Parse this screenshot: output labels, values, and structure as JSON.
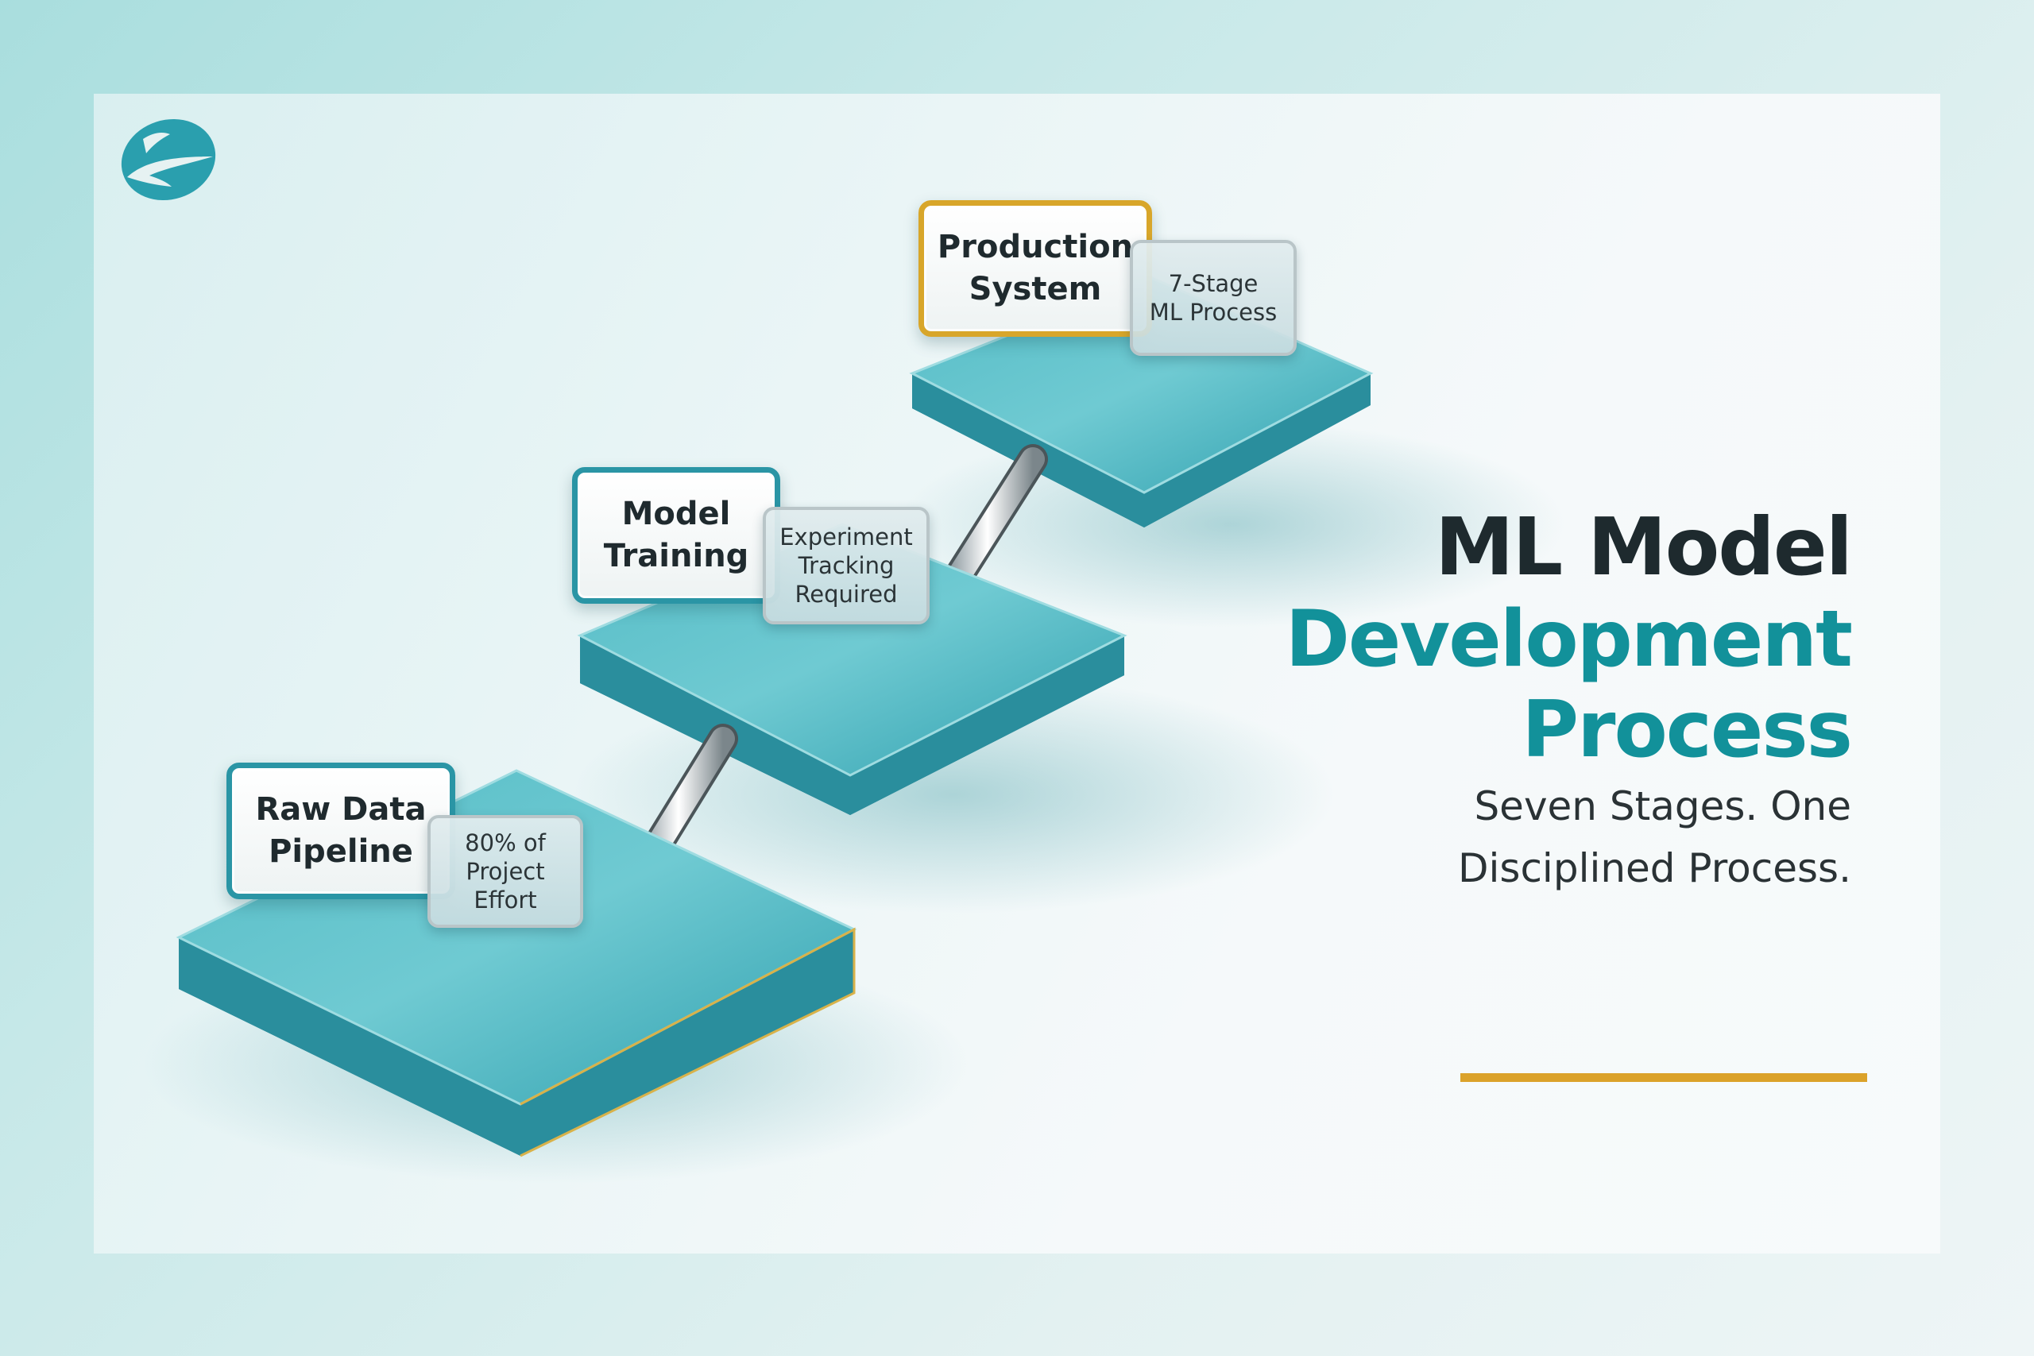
{
  "title": {
    "line1": "ML Model",
    "line2": "Development",
    "line3": "Process"
  },
  "subtitle": "Seven Stages. One Disciplined Process.",
  "colors": {
    "teal": "#2a9fae",
    "title_dark": "#1e2a2e",
    "title_teal": "#12919a",
    "gold": "#dba22a"
  },
  "icons": {
    "logo": "brand-logo-icon"
  },
  "stages": [
    {
      "label": "Raw Data\nPipeline",
      "note": "80% of\nProject\nEffort"
    },
    {
      "label": "Model\nTraining",
      "note": "Experiment\nTracking\nRequired"
    },
    {
      "label": "Production\nSystem",
      "note": "7-Stage\nML Process"
    }
  ]
}
